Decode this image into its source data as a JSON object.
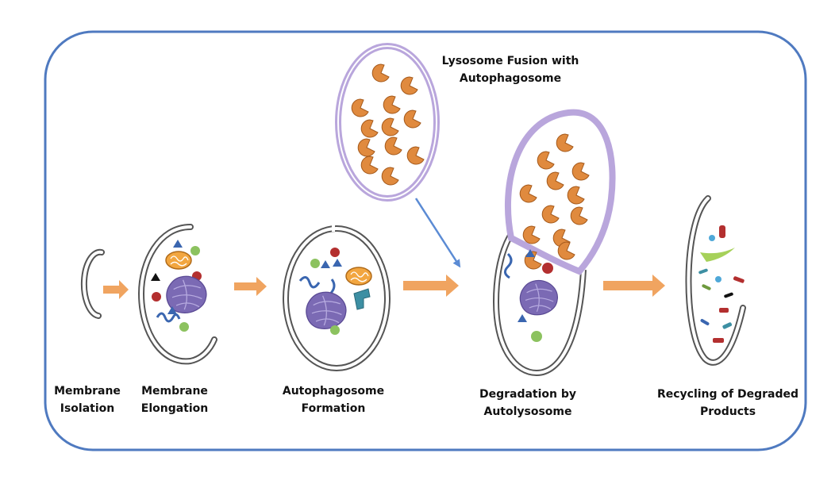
{
  "colors": {
    "frame": "#4f7ac0",
    "arrow_orange": "#f0a460",
    "arrow_blue": "#5b8bd4",
    "membrane": "#555555",
    "lysosome_membrane": "#b9a6dc",
    "enzyme": "#e08a3e",
    "enzyme_outline": "#a55a1c",
    "organelle_purple": "#7b6ab4",
    "protein_blue": "#3a66b0",
    "red_dot": "#b32f2f",
    "green_dot": "#8cc25f",
    "mito_orange": "#f2a640",
    "teal": "#3d8fa3"
  },
  "stages": [
    {
      "label_lines": [
        "Membrane",
        "Isolation"
      ]
    },
    {
      "label_lines": [
        "Membrane",
        "Elongation"
      ]
    },
    {
      "label_lines": [
        "Autophagosome",
        "Formation"
      ]
    },
    {
      "label_lines": [
        "Degradation by",
        "Autolysosome"
      ]
    },
    {
      "label_lines": [
        "Recycling of Degraded",
        "Products"
      ]
    }
  ],
  "lysosome_label_lines": [
    "Lysosome Fusion with",
    "Autophagosome"
  ],
  "icons": [
    "membrane-arc-icon",
    "organelle-icon",
    "enzyme-icon",
    "protein-squiggle-icon",
    "mitochondrion-icon"
  ]
}
